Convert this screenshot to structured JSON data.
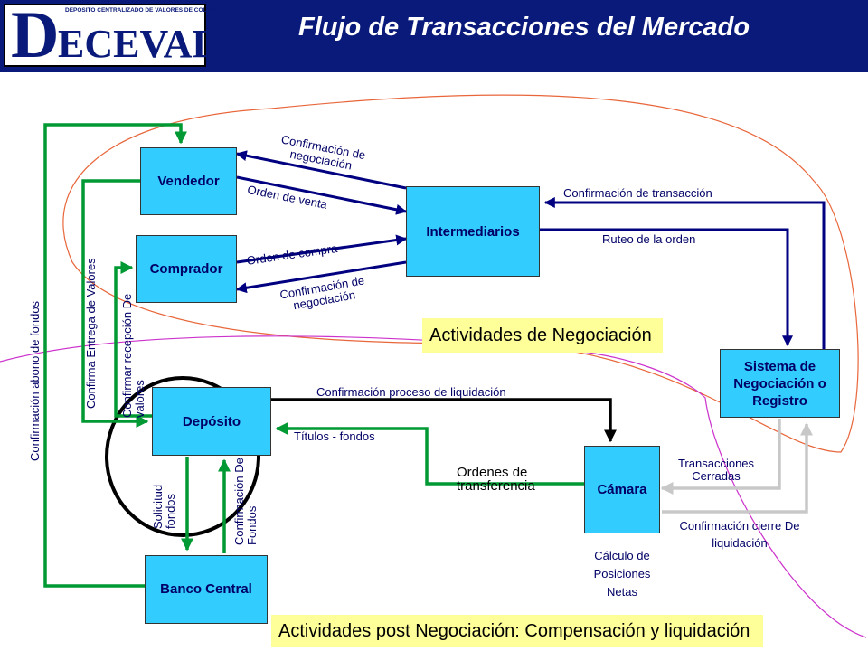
{
  "header": {
    "logo_top": "DEPOSITO CENTRALIZADO DE VALORES DE COLOMBIA",
    "logo_initial": "D",
    "logo_main": "ECEVAL S.A.",
    "title": "Flujo de Transacciones del Mercado"
  },
  "boxes": {
    "vendedor": "Vendedor",
    "comprador": "Comprador",
    "intermediarios": "Intermediarios",
    "sistema": "Sistema de Negociación o Registro",
    "deposito": "Depósito",
    "camara": "Cámara",
    "banco": "Banco Central"
  },
  "labels": {
    "conf_negociacion_top": "Confirmación de negociación",
    "orden_venta": "Orden de venta",
    "orden_compra": "Orden de compra",
    "conf_negociacion_bottom": "Confirmación de negociación",
    "conf_transaccion": "Confirmación de transacción",
    "ruteo": "Ruteo de la orden",
    "conf_proceso": "Confirmación proceso de liquidación",
    "titulos_fondos": "Títulos - fondos",
    "ordenes_transferencia": "Ordenes de transferencia",
    "transacciones_cerradas": "Transacciones Cerradas",
    "conf_cierre": "Confirmación cierre De liquidación",
    "calculo": "Cálculo de Posiciones Netas",
    "conf_abono": "Confirmación abono de fondos",
    "confirma_entrega": "Confirma Entrega de Valores",
    "confirmar_recepcion": "Confirmar recepción De valores",
    "solicitud_fondos": "Solicitud fondos",
    "conf_fondos": "Confirmación De Fondos"
  },
  "sections": {
    "negociacion": "Actividades de Negociación",
    "post": "Actividades post Negociación: Compensación y liquidación"
  },
  "colors": {
    "header_bg": "#0a1a7a",
    "box_fill": "#33ccff",
    "navy_arrow": "#000080",
    "green_arrow": "#009933",
    "grey_arrow": "#c8c8c8",
    "orange_curve": "#e8663a",
    "magenta_curve": "#cc33cc",
    "section_bg": "#ffff99"
  }
}
